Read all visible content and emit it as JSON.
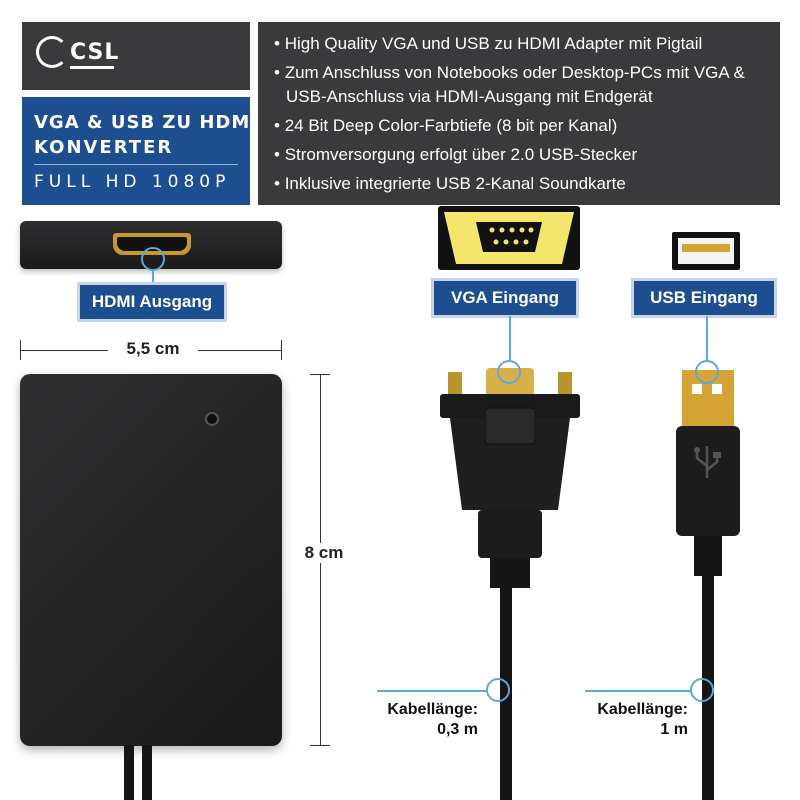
{
  "brand": {
    "logo_text": "CSL"
  },
  "title": {
    "line1": "VGA & USB ZU HDMI",
    "line2": "KONVERTER",
    "line3": "FULL HD 1080P"
  },
  "features": [
    "High Quality VGA und USB zu HDMI Adapter mit Pigtail",
    "Zum Anschluss von Notebooks oder Desktop-PCs mit VGA & USB-Anschluss via HDMI-Ausgang mit Endgerät",
    "24 Bit Deep Color-Farbtiefe (8 bit per Kanal)",
    "Stromversorgung erfolgt über 2.0 USB-Stecker",
    "Inklusive integrierte USB 2-Kanal Soundkarte"
  ],
  "labels": {
    "hdmi_output": "HDMI Ausgang",
    "vga_input": "VGA Eingang",
    "usb_input": "USB Eingang"
  },
  "dimensions": {
    "width": "5,5 cm",
    "height": "8 cm"
  },
  "cable_lengths": {
    "vga_label": "Kabellänge:",
    "vga_value": "0,3 m",
    "usb_label": "Kabellänge:",
    "usb_value": "1 m"
  },
  "colors": {
    "label_blue": "#1d4e8f",
    "panel_dark": "#3a3a3c",
    "marker_blue": "#5aa8e0",
    "vga_gold": "#f4e56c",
    "usb_gold": "#d4a534"
  },
  "icons": [
    "usb-trident-icon",
    "led-indicator"
  ]
}
